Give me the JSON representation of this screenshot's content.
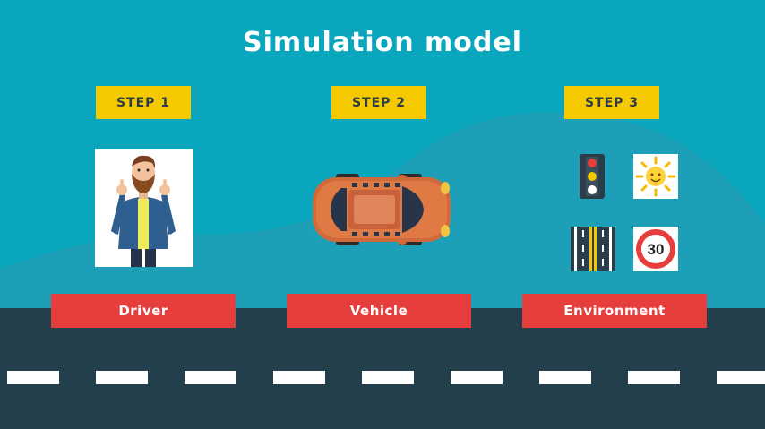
{
  "slide": {
    "title": "Simulation model",
    "steps": [
      {
        "step_label": "STEP 1",
        "name": "Driver"
      },
      {
        "step_label": "STEP 2",
        "name": "Vehicle"
      },
      {
        "step_label": "STEP 3",
        "name": "Environment"
      }
    ],
    "speed_sign_value": "30"
  },
  "colors": {
    "background": "#0aa6bd",
    "hill": "#1e9fb8",
    "step_badge": "#f5c900",
    "label_bar": "#e63d3d",
    "road": "#233f4c",
    "lane_marking": "#ffffff"
  },
  "icons": [
    "driver-illustration",
    "car-top-view-icon",
    "traffic-light-icon",
    "sun-icon",
    "road-lanes-icon",
    "speed-limit-sign-icon"
  ]
}
